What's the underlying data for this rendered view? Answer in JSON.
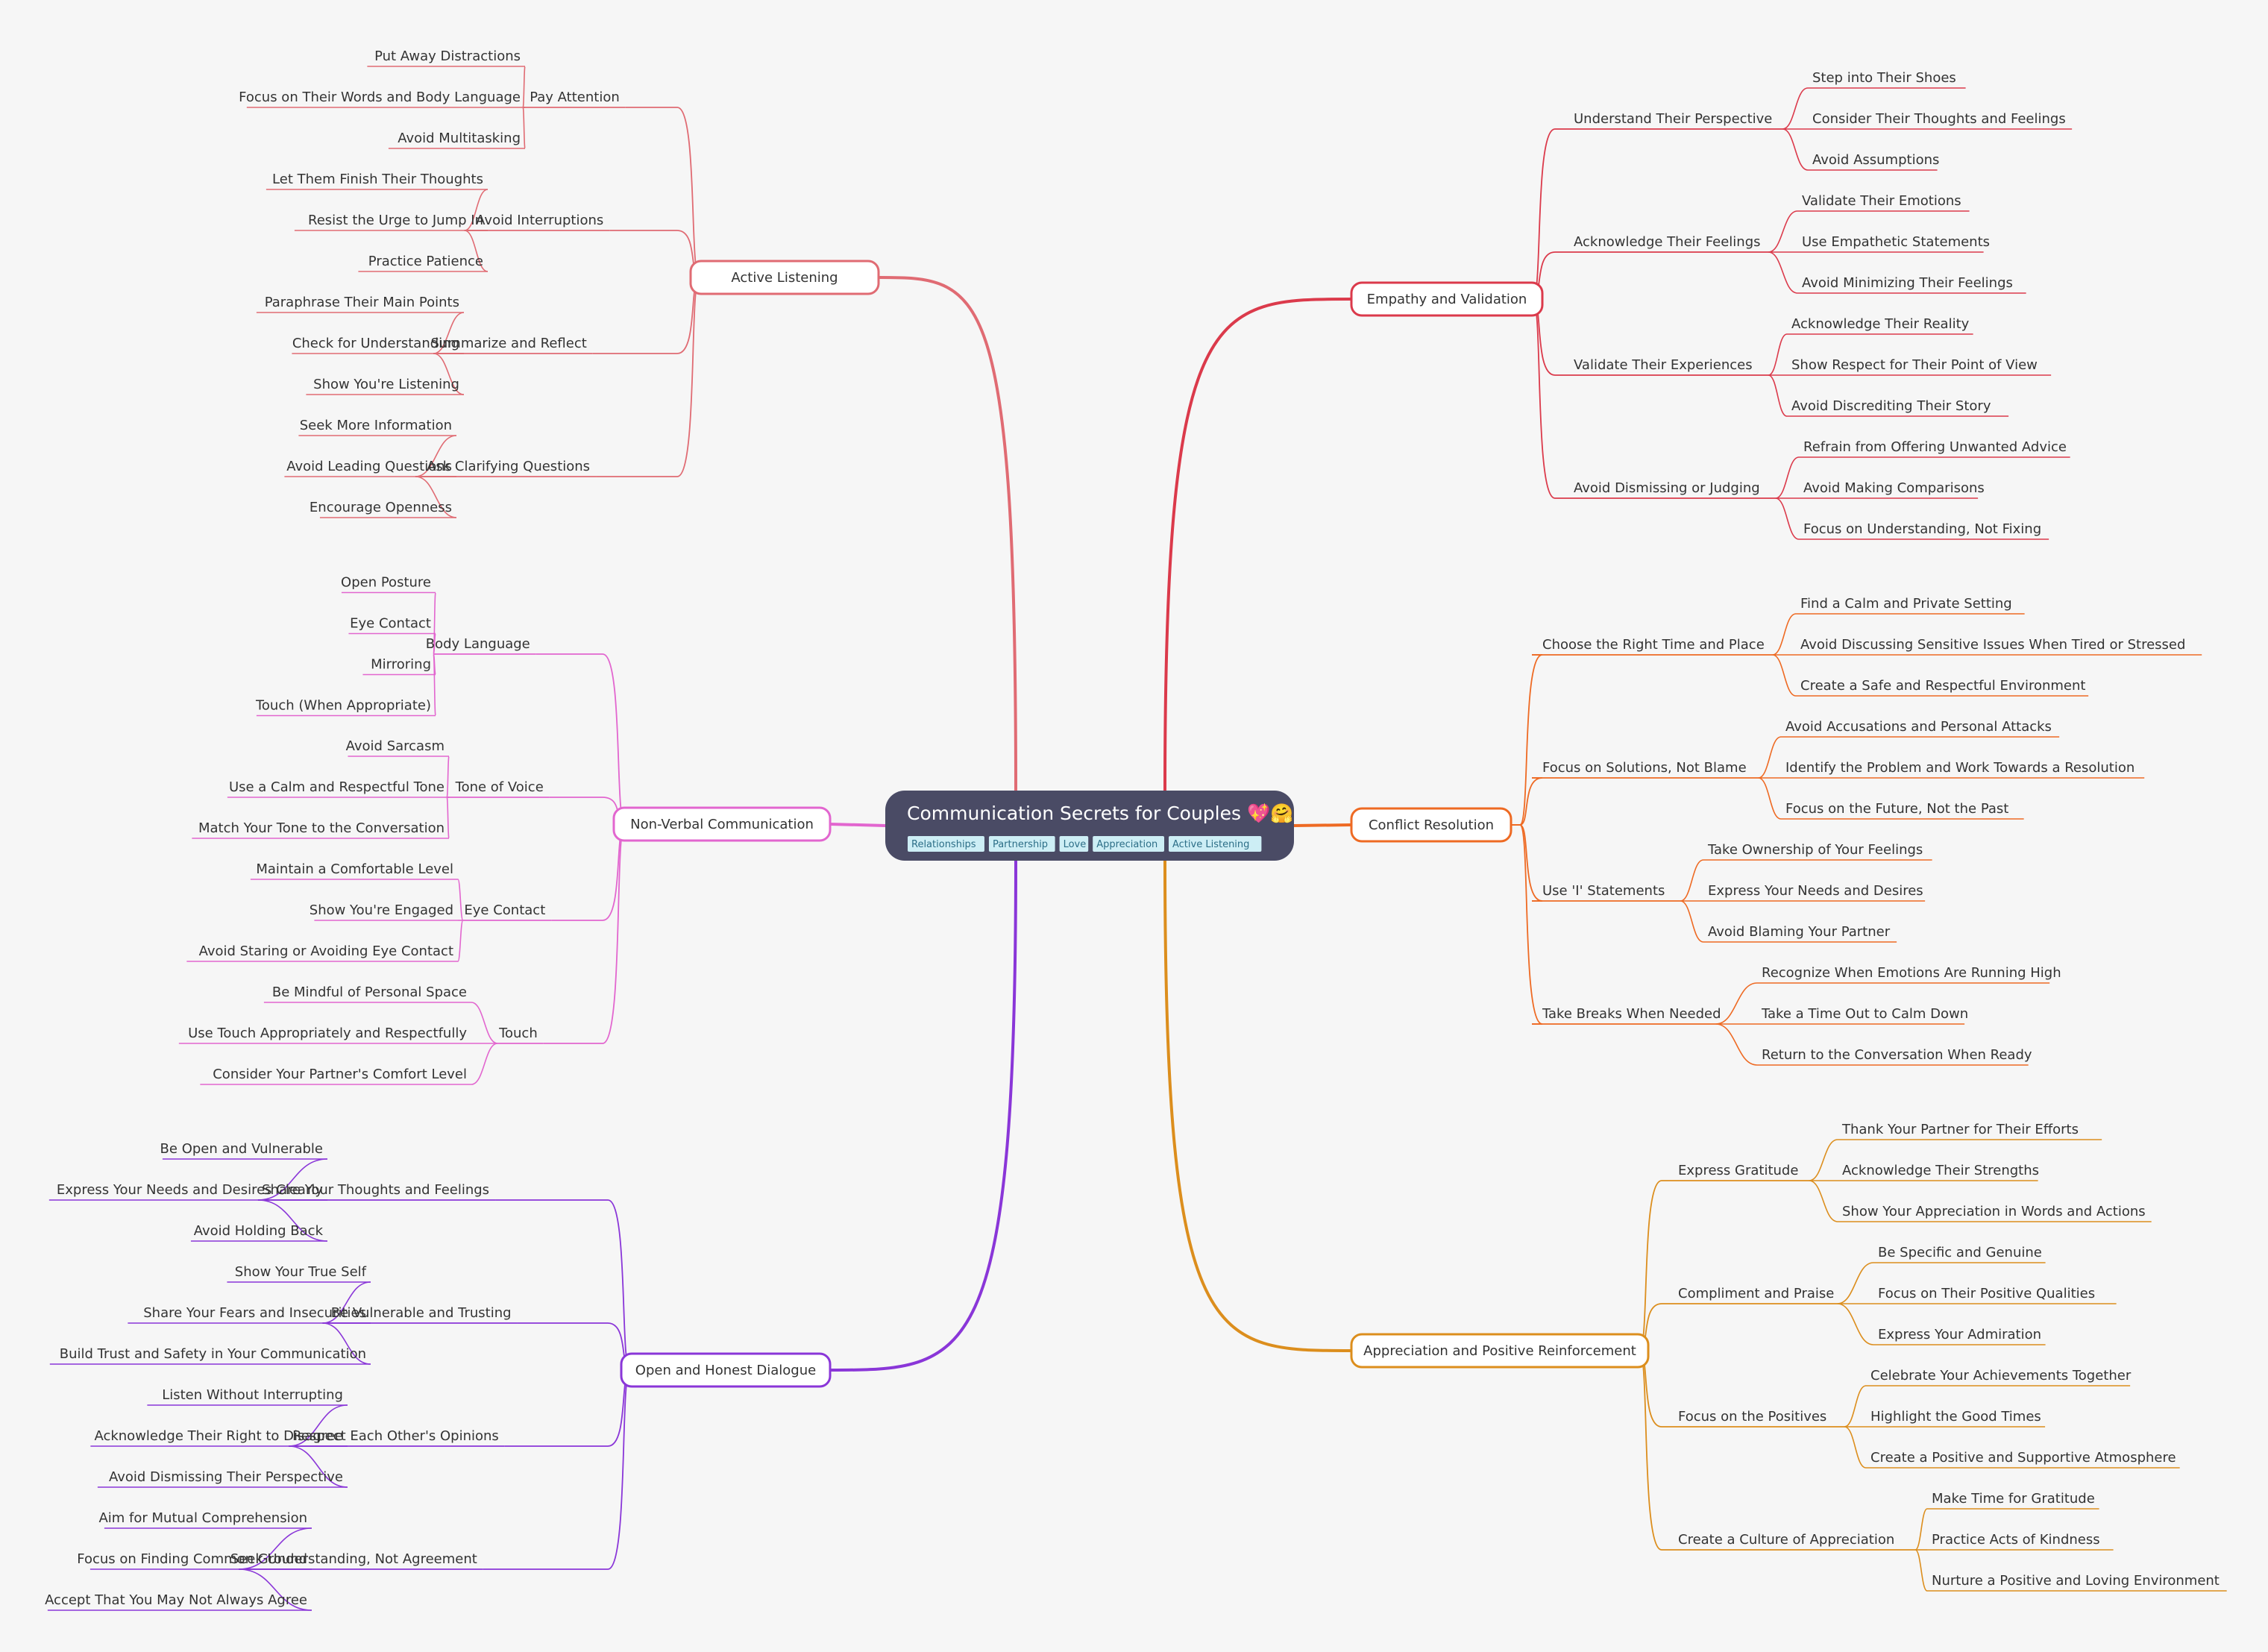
{
  "root": {
    "title": "Communication Secrets for Couples 💖🤗",
    "tags": [
      "Relationships",
      "Partnership",
      "Love",
      "Appreciation",
      "Active Listening"
    ]
  },
  "colors": {
    "background": "#f6f6f6",
    "root_fill": "#4a4b65",
    "tag_fill": "#cdeef5",
    "tag_text": "#2c6e87",
    "text": "#333333",
    "active_listening": "#e06b73",
    "non_verbal": "#e266cf",
    "open_dialogue": "#8a36d8",
    "empathy": "#db3a4b",
    "conflict": "#ee6a23",
    "appreciation": "#dc8e1d"
  },
  "branches": [
    {
      "label": "Active Listening",
      "color": "#e06b73",
      "children": [
        {
          "label": "Pay Attention",
          "children": [
            "Put Away Distractions",
            "Focus on Their Words and Body Language",
            "Avoid Multitasking"
          ]
        },
        {
          "label": "Avoid Interruptions",
          "children": [
            "Let Them Finish Their Thoughts",
            "Resist the Urge to Jump In",
            "Practice Patience"
          ]
        },
        {
          "label": "Summarize and Reflect",
          "children": [
            "Paraphrase Their Main Points",
            "Check for Understanding",
            "Show You're Listening"
          ]
        },
        {
          "label": "Ask Clarifying Questions",
          "children": [
            "Seek More Information",
            "Avoid Leading Questions",
            "Encourage Openness"
          ]
        }
      ]
    },
    {
      "label": "Non-Verbal Communication",
      "color": "#e266cf",
      "children": [
        {
          "label": "Body Language",
          "children": [
            "Open Posture",
            "Eye Contact",
            "Mirroring",
            "Touch (When Appropriate)"
          ]
        },
        {
          "label": "Tone of Voice",
          "children": [
            "Avoid Sarcasm",
            "Use a Calm and Respectful Tone",
            "Match Your Tone to the Conversation"
          ]
        },
        {
          "label": "Eye Contact",
          "children": [
            "Maintain a Comfortable Level",
            "Show You're Engaged",
            "Avoid Staring or Avoiding Eye Contact"
          ]
        },
        {
          "label": "Touch",
          "children": [
            "Be Mindful of Personal Space",
            "Use Touch Appropriately and Respectfully",
            "Consider Your Partner's Comfort Level"
          ]
        }
      ]
    },
    {
      "label": "Open and Honest Dialogue",
      "color": "#8a36d8",
      "children": [
        {
          "label": "Share Your Thoughts and Feelings",
          "children": [
            "Be Open and Vulnerable",
            "Express Your Needs and Desires Clearly",
            "Avoid Holding Back"
          ]
        },
        {
          "label": "Be Vulnerable and Trusting",
          "children": [
            "Show Your True Self",
            "Share Your Fears and Insecurities",
            "Build Trust and Safety in Your Communication"
          ]
        },
        {
          "label": "Respect Each Other's Opinions",
          "children": [
            "Listen Without Interrupting",
            "Acknowledge Their Right to Disagree",
            "Avoid Dismissing Their Perspective"
          ]
        },
        {
          "label": "Seek Understanding, Not Agreement",
          "children": [
            "Aim for Mutual Comprehension",
            "Focus on Finding Common Ground",
            "Accept That You May Not Always Agree"
          ]
        }
      ]
    },
    {
      "label": "Empathy and Validation",
      "color": "#db3a4b",
      "children": [
        {
          "label": "Understand Their Perspective",
          "children": [
            "Step into Their Shoes",
            "Consider Their Thoughts and Feelings",
            "Avoid Assumptions"
          ]
        },
        {
          "label": "Acknowledge Their Feelings",
          "children": [
            "Validate Their Emotions",
            "Use Empathetic Statements",
            "Avoid Minimizing Their Feelings"
          ]
        },
        {
          "label": "Validate Their Experiences",
          "children": [
            "Acknowledge Their Reality",
            "Show Respect for Their Point of View",
            "Avoid Discrediting Their Story"
          ]
        },
        {
          "label": "Avoid Dismissing or Judging",
          "children": [
            "Refrain from Offering Unwanted Advice",
            "Avoid Making Comparisons",
            "Focus on Understanding, Not Fixing"
          ]
        }
      ]
    },
    {
      "label": "Conflict Resolution",
      "color": "#ee6a23",
      "children": [
        {
          "label": "Choose the Right Time and Place",
          "children": [
            "Find a Calm and Private Setting",
            "Avoid Discussing Sensitive Issues When Tired or Stressed",
            "Create a Safe and Respectful Environment"
          ]
        },
        {
          "label": "Focus on Solutions, Not Blame",
          "children": [
            "Avoid Accusations and Personal Attacks",
            "Identify the Problem and Work Towards a Resolution",
            "Focus on the Future, Not the Past"
          ]
        },
        {
          "label": "Use 'I' Statements",
          "children": [
            "Take Ownership of Your Feelings",
            "Express Your Needs and Desires",
            "Avoid Blaming Your Partner"
          ]
        },
        {
          "label": "Take Breaks When Needed",
          "children": [
            "Recognize When Emotions Are Running High",
            "Take a Time Out to Calm Down",
            "Return to the Conversation When Ready"
          ]
        }
      ]
    },
    {
      "label": "Appreciation and Positive Reinforcement",
      "color": "#dc8e1d",
      "children": [
        {
          "label": "Express Gratitude",
          "children": [
            "Thank Your Partner for Their Efforts",
            "Acknowledge Their Strengths",
            "Show Your Appreciation in Words and Actions"
          ]
        },
        {
          "label": "Compliment and Praise",
          "children": [
            "Be Specific and Genuine",
            "Focus on Their Positive Qualities",
            "Express Your Admiration"
          ]
        },
        {
          "label": "Focus on the Positives",
          "children": [
            "Celebrate Your Achievements Together",
            "Highlight the Good Times",
            "Create a Positive and Supportive Atmosphere"
          ]
        },
        {
          "label": "Create a Culture of Appreciation",
          "children": [
            "Make Time for Gratitude",
            "Practice Acts of Kindness",
            "Nurture a Positive and Loving Environment"
          ]
        }
      ]
    }
  ]
}
